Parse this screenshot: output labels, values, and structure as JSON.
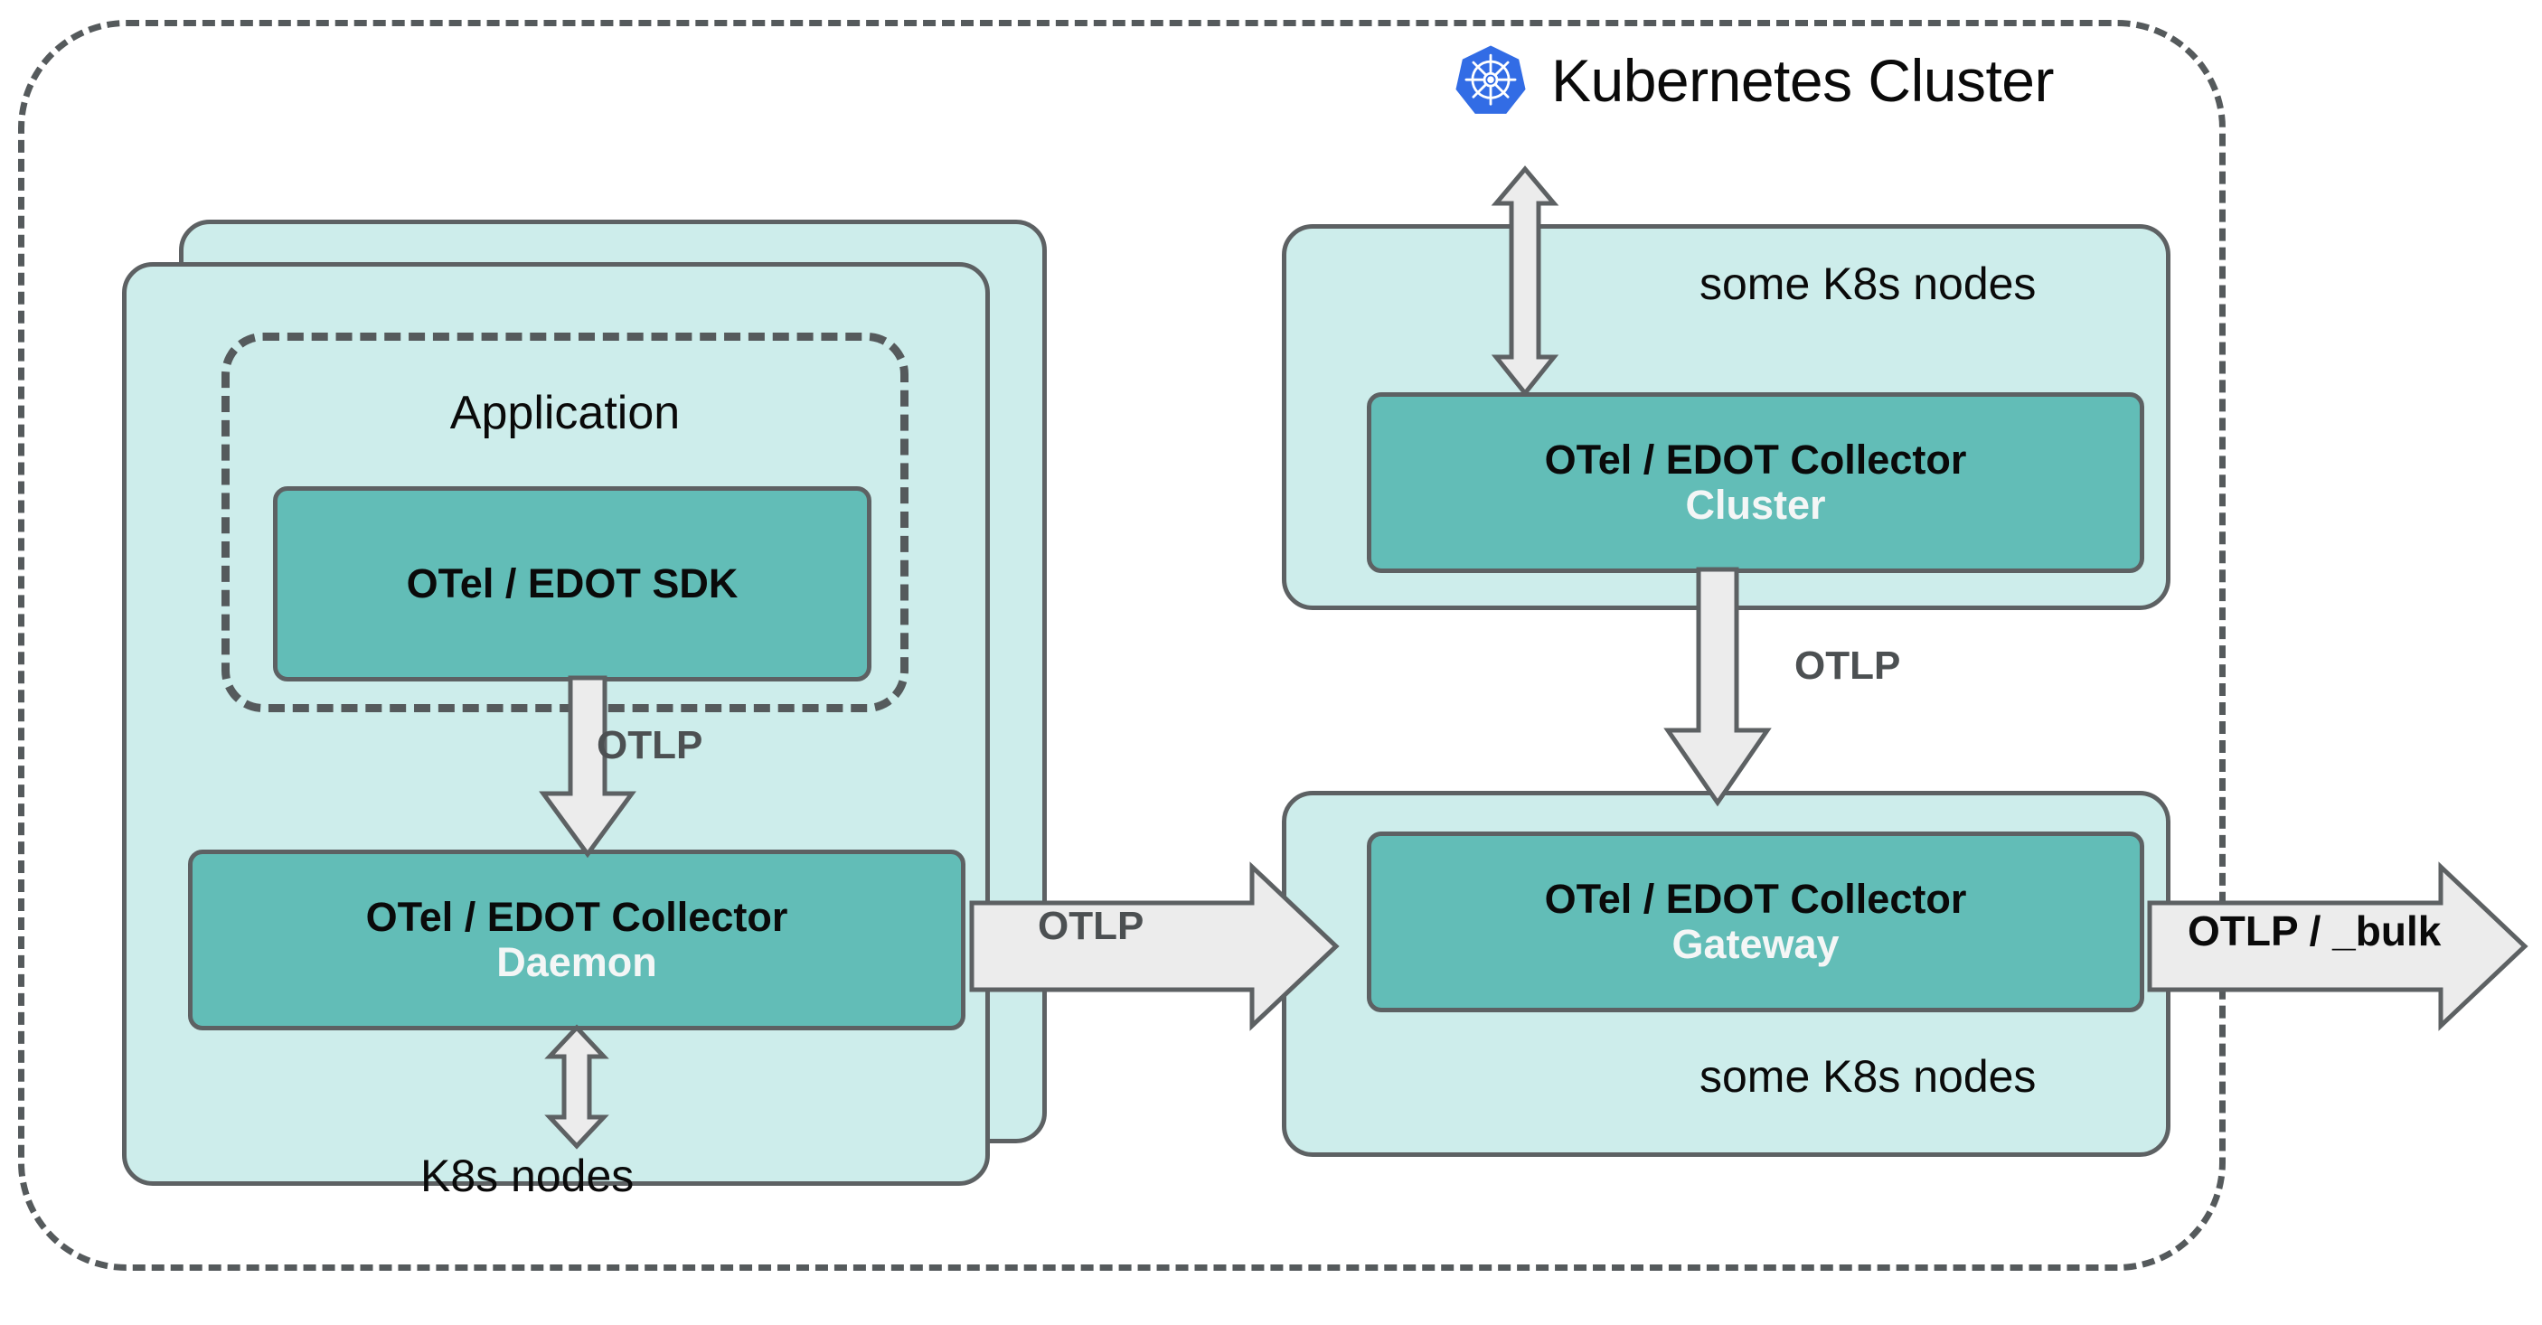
{
  "title": {
    "k8s_cluster_label": "Kubernetes Cluster",
    "k8s_logo_icon": "kubernetes-logo-icon"
  },
  "colors": {
    "panel_light_teal": "#CDEDEB",
    "component_teal": "#62BDB7",
    "border_gray": "#5D6163",
    "arrow_fill": "#ECECEC",
    "arrow_label_gray": "#4C5052",
    "k8s_blue": "#326CE5",
    "text_black": "#0A0A0A",
    "subtitle_white": "#F4F6F6"
  },
  "left_stack": {
    "application": {
      "label": "Application",
      "sdk": {
        "title": "OTel / EDOT Collector",
        "sdk_title": "OTel / EDOT SDK"
      }
    },
    "collector_daemon": {
      "title": "OTel / EDOT Collector",
      "subtitle": "Daemon"
    },
    "nodes_caption": "K8s nodes"
  },
  "right_cluster_panel": {
    "nodes_caption": "some K8s nodes",
    "collector": {
      "title": "OTel / EDOT Collector",
      "subtitle": "Cluster"
    }
  },
  "right_gateway_panel": {
    "nodes_caption": "some K8s nodes",
    "collector": {
      "title": "OTel / EDOT Collector",
      "subtitle": "Gateway"
    }
  },
  "arrows": {
    "sdk_to_daemon": {
      "label": "OTLP",
      "direction": "down",
      "icon": "arrow-down-icon"
    },
    "daemon_to_gateway": {
      "label": "OTLP",
      "direction": "right",
      "icon": "arrow-right-icon"
    },
    "cluster_to_gateway": {
      "label": "OTLP",
      "direction": "down",
      "icon": "arrow-down-icon"
    },
    "gateway_to_external": {
      "label": "OTLP / _bulk",
      "direction": "right",
      "icon": "arrow-right-icon"
    },
    "k8s_api_to_cluster": {
      "label": "",
      "direction": "both-vertical",
      "icon": "arrow-up-down-icon"
    },
    "daemon_to_nodes": {
      "label": "",
      "direction": "both-vertical",
      "icon": "arrow-up-down-icon"
    }
  }
}
